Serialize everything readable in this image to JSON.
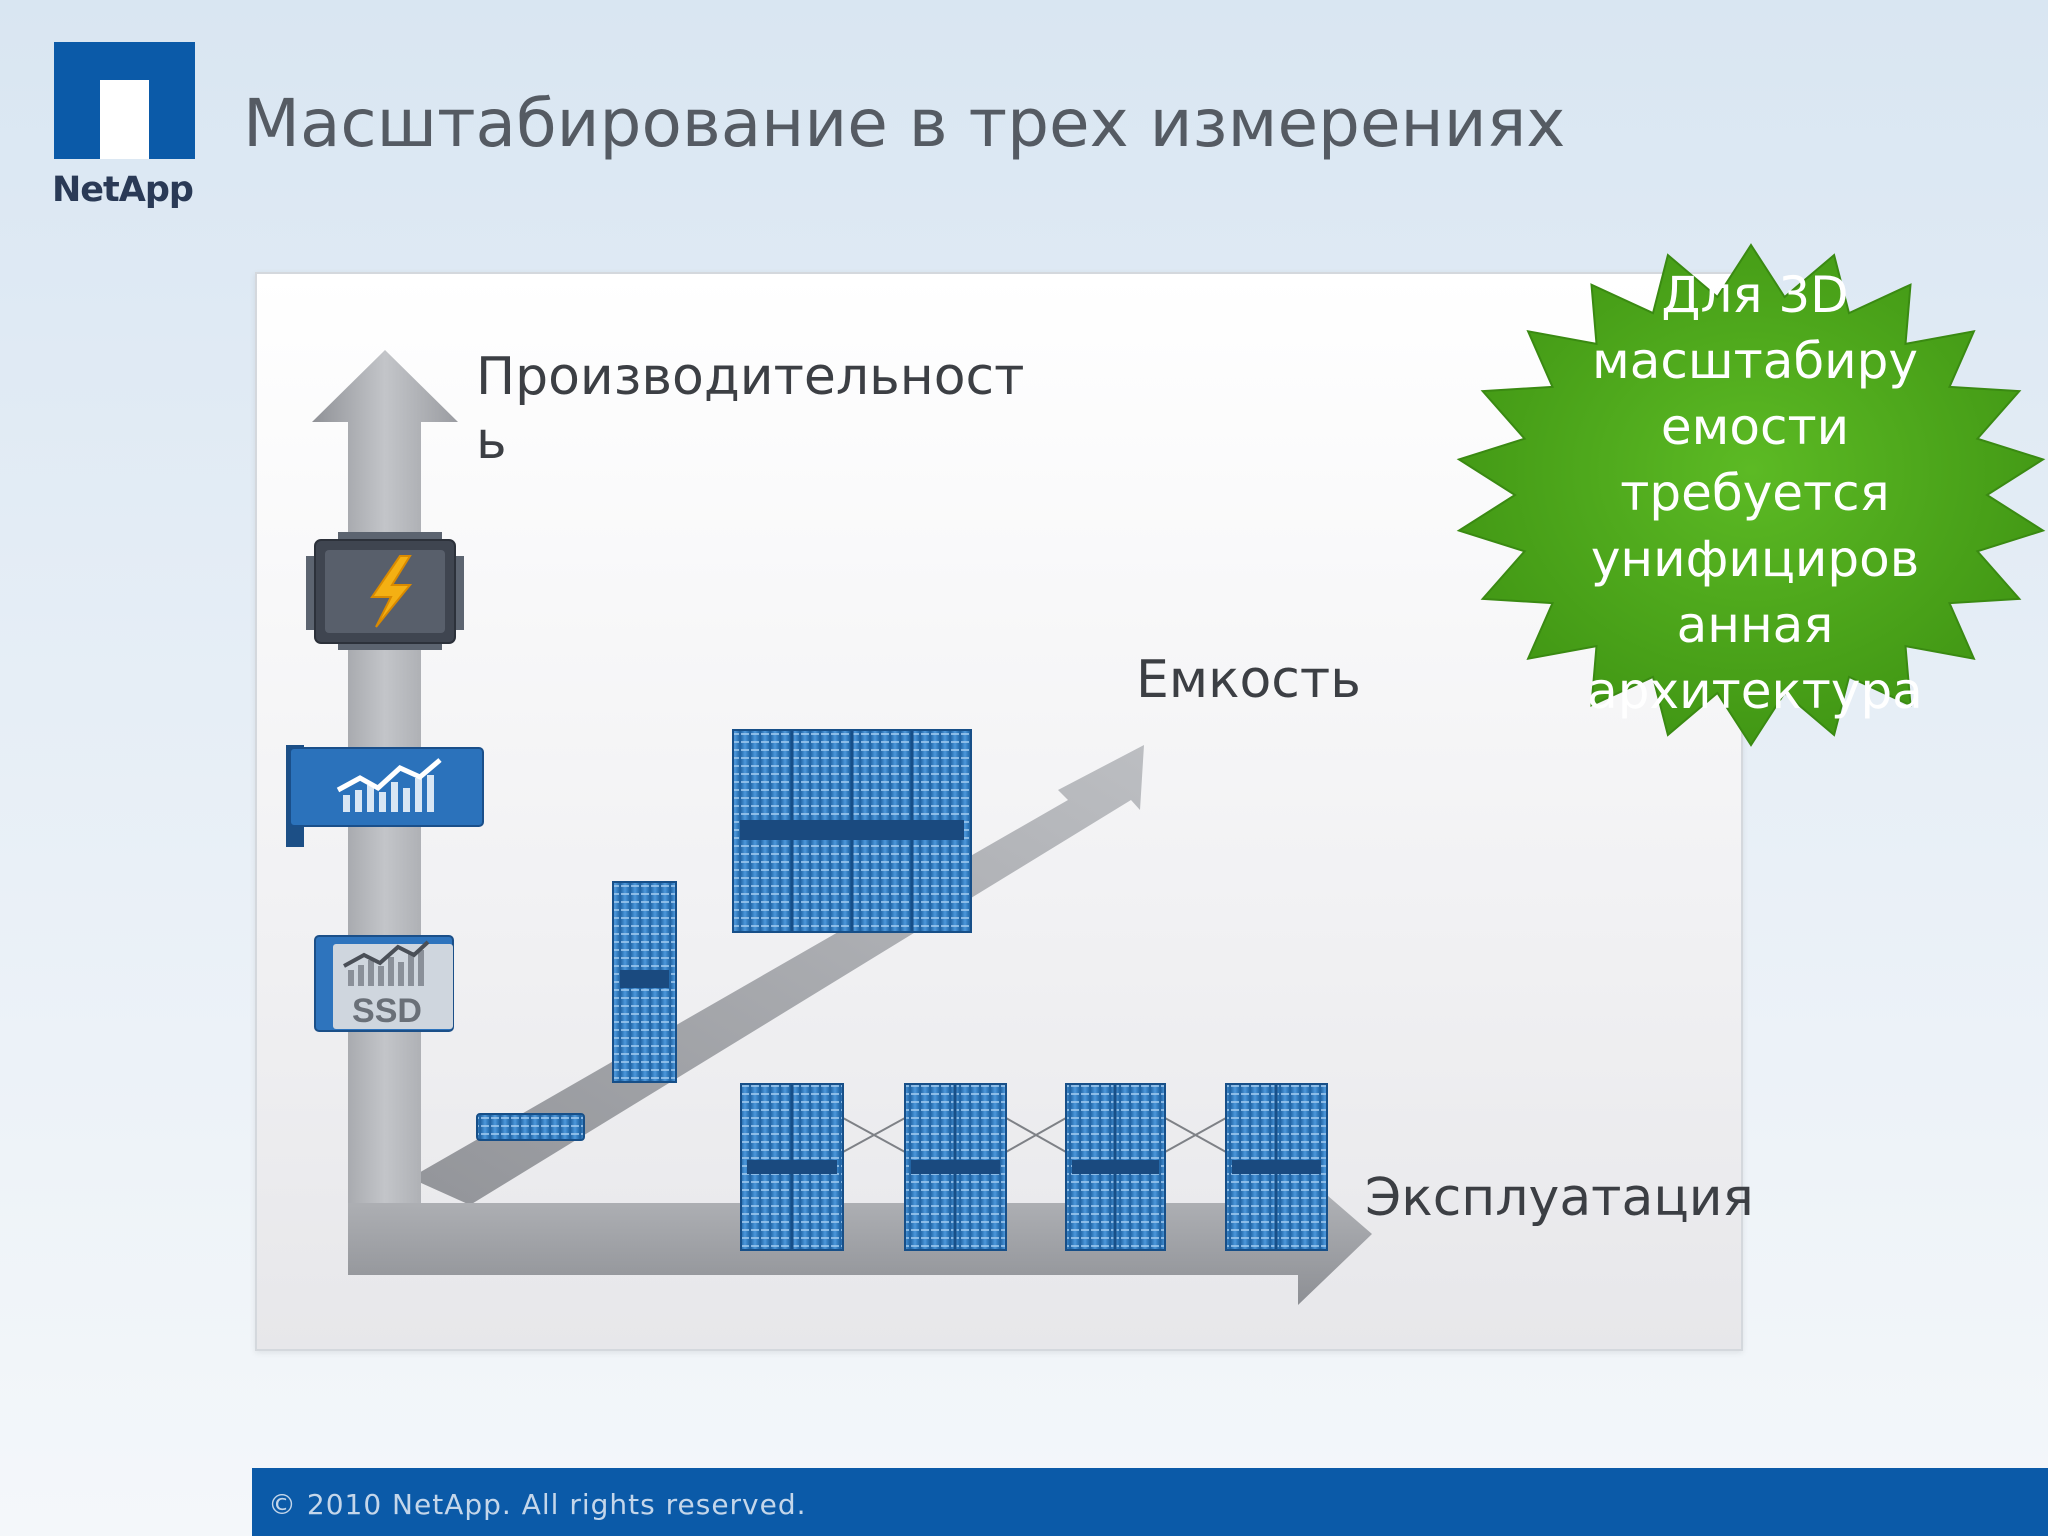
{
  "logo": {
    "text": "NetApp",
    "icon": "netapp-logo-icon"
  },
  "title": "Масштабирование в трех измерениях",
  "axes": {
    "performance": {
      "line1": "Производительност",
      "line2": "ь"
    },
    "capacity": "Емкость",
    "operations": "Эксплуатация"
  },
  "icons": {
    "cpu": "cpu-chip-icon",
    "flash_card": "flash-card-icon",
    "ssd": "ssd-icon",
    "ssd_label": "SSD"
  },
  "burst": {
    "lines": [
      "Для 3D",
      "масштабиру",
      "емости",
      "требуется",
      "унифициров",
      "анная",
      "архитектура"
    ],
    "color": "#4aa51a"
  },
  "footer": {
    "copyright": "© 2010 NetApp.  All rights reserved."
  },
  "colors": {
    "brand_blue": "#0b5aa8",
    "storage_blue": "#2f7fc8",
    "arrow_gray": "#a9abaf"
  }
}
